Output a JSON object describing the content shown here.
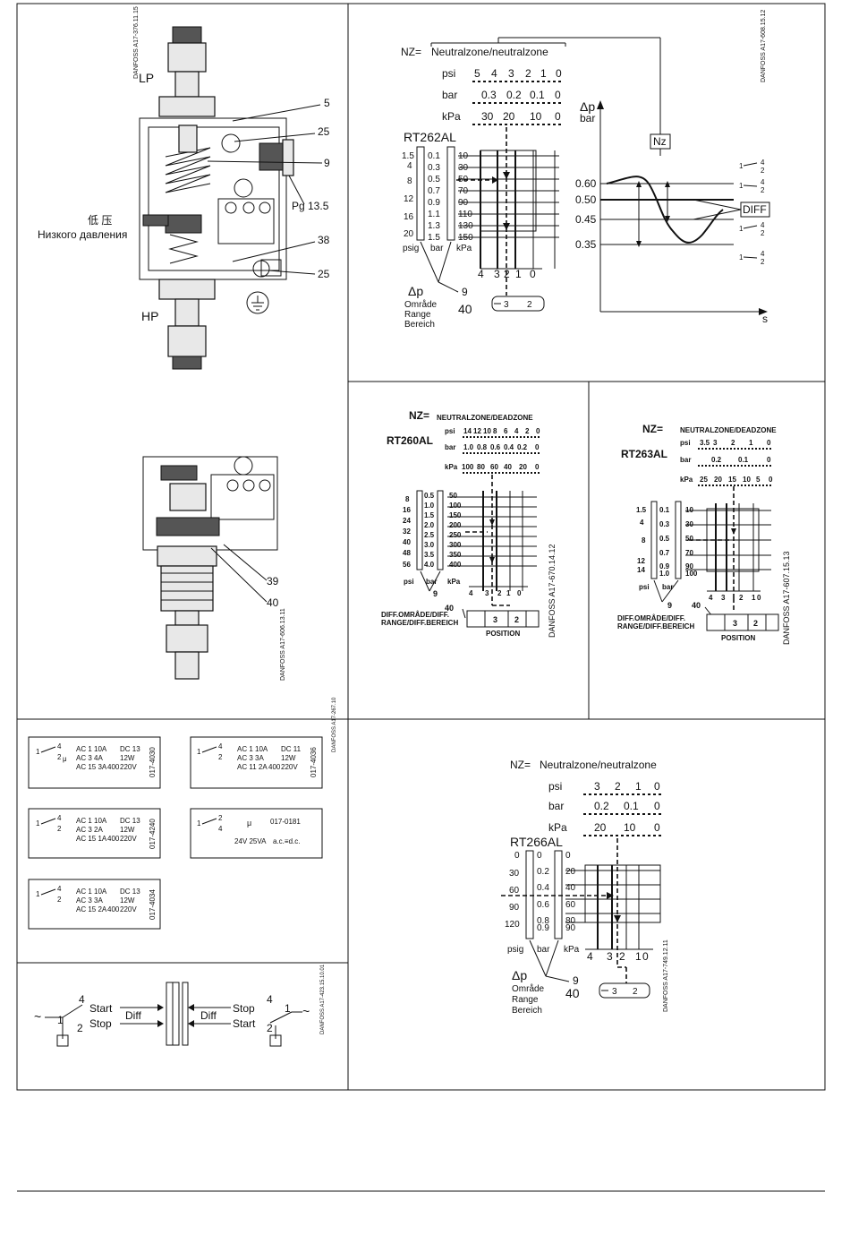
{
  "lp_hp": {
    "lp_label": "LP",
    "hp_label": "HP",
    "lp_chinese": "低 压",
    "lp_russian": "Низкого давления",
    "callouts": [
      "5",
      "25",
      "9",
      "Pg 13.5",
      "38",
      "25"
    ],
    "code": "DANFOSS A17-376.11.15"
  },
  "rt262": {
    "nz_label": "NZ=",
    "nz_text": "Neutralzone/neutralzone",
    "model": "RT262AL",
    "psi_label": "psi",
    "psi_values": [
      "5",
      "4",
      "3",
      "2",
      "1",
      "0"
    ],
    "bar_label": "bar",
    "bar_values": [
      "0.3",
      "0.2",
      "0.1",
      "0"
    ],
    "kpa_label": "kPa",
    "kpa_values": [
      "30",
      "20",
      "10",
      "0"
    ],
    "psi_scale": [
      "1.5",
      "4",
      "8",
      "12",
      "16",
      "20"
    ],
    "bar_scale": [
      "0.1",
      "0.3",
      "0.5",
      "0.7",
      "0.9",
      "1.1",
      "1.3",
      "1.5"
    ],
    "kpa_scale": [
      "10",
      "30",
      "50",
      "70",
      "90",
      "110",
      "130",
      "150"
    ],
    "unit_psig": "psig",
    "unit_bar": "bar",
    "unit_kpa": "kPa",
    "position_values": [
      "4",
      "3",
      "2",
      "1",
      "0"
    ],
    "dp_label": "Δp",
    "range_lines": [
      "Område",
      "Range",
      "Bereich"
    ],
    "callout_9": "9",
    "callout_40": "40",
    "knob": [
      "3",
      "2"
    ],
    "code": "DANFOSS A17-608.15.12"
  },
  "graph": {
    "ylabel_symbol": "Δp",
    "ylabel_unit": "bar",
    "xlabel": "s",
    "nz_box": "Nz",
    "diff_box": "DIFF",
    "y_ticks": [
      "0.60",
      "0.50",
      "0.45",
      "0.35"
    ],
    "switch_labels": [
      "1",
      "4",
      "2"
    ]
  },
  "section2": {
    "callouts": [
      "39",
      "40"
    ],
    "code": "DANFOSS A17-606.13.11"
  },
  "rt260": {
    "nz_label": "NZ=",
    "nz_text": "NEUTRALZONE/DEADZONE",
    "model": "RT260AL",
    "psi_label": "psi",
    "psi_values": [
      "14",
      "12",
      "10",
      "8",
      "6",
      "4",
      "2",
      "0"
    ],
    "bar_label": "bar",
    "bar_values": [
      "1.0",
      "0.8",
      "0.6",
      "0.4",
      "0.2",
      "0"
    ],
    "kpa_label": "kPa",
    "kpa_values": [
      "100",
      "80",
      "60",
      "40",
      "20",
      "0"
    ],
    "psi_scale": [
      "8",
      "16",
      "24",
      "32",
      "40",
      "48",
      "56"
    ],
    "bar_scale": [
      "0.5",
      "1.0",
      "1.5",
      "2.0",
      "2.5",
      "3.0",
      "3.5",
      "4.0"
    ],
    "kpa_scale": [
      "50",
      "100",
      "150",
      "200",
      "250",
      "300",
      "350",
      "400"
    ],
    "unit_psi": "psi",
    "unit_bar": "bar",
    "unit_kpa": "kPa",
    "position_values": [
      "4",
      "3",
      "2",
      "1",
      "0"
    ],
    "callout_9": "9",
    "callout_40": "40",
    "diff_lines": [
      "DIFF.OMRÅDE/DIFF.",
      "RANGE/DIFF.BEREICH"
    ],
    "position_label": "POSITION",
    "knob": [
      "3",
      "2"
    ],
    "code": "DANFOSS A17-670.14.12"
  },
  "rt263": {
    "nz_label": "NZ=",
    "nz_text": "NEUTRALZONE/DEADZONE",
    "model": "RT263AL",
    "psi_label": "psi",
    "psi_values": [
      "3.5",
      "3",
      "2",
      "1",
      "0"
    ],
    "bar_label": "bar",
    "bar_values": [
      "0.2",
      "0.1",
      "0"
    ],
    "kpa_label": "kPa",
    "kpa_values": [
      "25",
      "20",
      "15",
      "10",
      "5",
      "0"
    ],
    "psi_scale": [
      "1.5",
      "4",
      "8",
      "12",
      "14"
    ],
    "bar_scale": [
      "0.1",
      "0.3",
      "0.5",
      "0.7",
      "0.9",
      "1.0"
    ],
    "kpa_scale": [
      "10",
      "30",
      "50",
      "70",
      "90",
      "100"
    ],
    "unit_psi": "psi",
    "unit_bar": "bar",
    "position_values": [
      "4",
      "3",
      "2",
      "1",
      "0"
    ],
    "callout_9": "9",
    "callout_40": "40",
    "diff_lines": [
      "DIFF.OMRÅDE/DIFF.",
      "RANGE/DIFF.BEREICH"
    ],
    "position_label": "POSITION",
    "knob": [
      "3",
      "2"
    ],
    "code": "DANFOSS A17-607.15.13"
  },
  "contacts": {
    "label1": {
      "pins": [
        "1",
        "4",
        "2"
      ],
      "rows": [
        "AC 1 10A",
        "AC 3 4A",
        "AC 15 3A"
      ],
      "dc": [
        "DC 13",
        "12W",
        "220V"
      ],
      "v": "400",
      "code": "017-4030"
    },
    "label2": {
      "pins": [
        "1",
        "4",
        "2"
      ],
      "rows": [
        "AC 1 10A",
        "AC 3 3A",
        "AC 11 2A"
      ],
      "dc": [
        "DC 11",
        "12W",
        "220V"
      ],
      "v": "400",
      "code": "017-4036"
    },
    "label3": {
      "pins": [
        "1",
        "4",
        "2"
      ],
      "rows": [
        "AC 1 10A",
        "AC 3 2A",
        "AC 15 1A"
      ],
      "dc": [
        "DC 13",
        "12W",
        "220V"
      ],
      "v": "400",
      "code": "017-4240"
    },
    "label4": {
      "pins": [
        "1",
        "2",
        "4"
      ],
      "mu": "μ",
      "code": "017-0181",
      "rating": "24V 25VA",
      "acdc": "a.c.≡d.c."
    },
    "label5": {
      "pins": [
        "1",
        "4",
        "2"
      ],
      "rows": [
        "AC 1 10A",
        "AC 3 3A",
        "AC 15 2A"
      ],
      "dc": [
        "DC 13",
        "12W",
        "220V"
      ],
      "v": "400",
      "code": "017-4034"
    },
    "code": "DANFOSS A17-267.10"
  },
  "startstop": {
    "start": "Start",
    "stop": "Stop",
    "diff": "Diff",
    "pins": [
      "4",
      "1",
      "2"
    ],
    "code": "DANFOSS A17-423.15.10.01"
  },
  "rt266": {
    "nz_label": "NZ=",
    "nz_text": "Neutralzone/neutralzone",
    "model": "RT266AL",
    "psi_label": "psi",
    "psi_values": [
      "3",
      "2",
      "1",
      "0"
    ],
    "bar_label": "bar",
    "bar_values": [
      "0.2",
      "0.1",
      "0"
    ],
    "kpa_label": "kPa",
    "kpa_values": [
      "20",
      "10",
      "0"
    ],
    "psi_scale": [
      "0",
      "30",
      "60",
      "90",
      "120"
    ],
    "bar_scale": [
      "0",
      "0.2",
      "0.4",
      "0.6",
      "0.8",
      "0.9"
    ],
    "kpa_scale": [
      "0",
      "20",
      "40",
      "60",
      "80",
      "90"
    ],
    "unit_psig": "psig",
    "unit_bar": "bar",
    "unit_kpa": "kPa",
    "position_values": [
      "4",
      "3",
      "2",
      "1",
      "0"
    ],
    "dp_label": "Δp",
    "range_lines": [
      "Område",
      "Range",
      "Bereich"
    ],
    "callout_9": "9",
    "callout_40": "40",
    "knob": [
      "3",
      "2"
    ],
    "code": "DANFOSS A17-749.12.11"
  }
}
